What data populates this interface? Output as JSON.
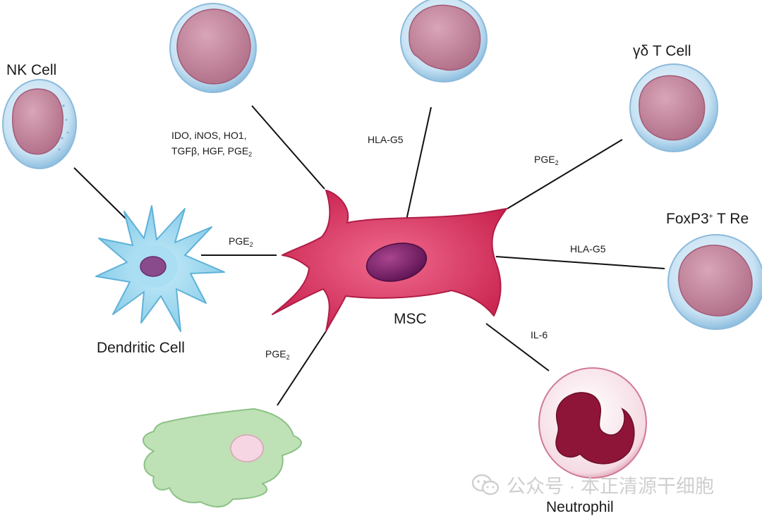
{
  "center": {
    "label": "MSC"
  },
  "cells": {
    "nk": "NK Cell",
    "dendritic": "Dendritic Cell",
    "gd_t": "γδ T Cell",
    "foxp3_prefix": "FoxP3",
    "foxp3_sup": "+",
    "foxp3_suffix": " T Re",
    "neutrophil": "Neutrophil"
  },
  "mechanisms": {
    "tcell_line1": "IDO, iNOS, HO1,",
    "tcell_line2_prefix": "TGFβ, HGF, PGE",
    "sub2": "2",
    "hla_g5_top": "HLA-G5",
    "pge_gd": "PGE",
    "pge_dc": "PGE",
    "hla_g5_right": "HLA-G5",
    "il6": "IL-6",
    "pge_bottom": "PGE"
  },
  "watermark": {
    "text": "公众号 · 本正清源干细胞"
  },
  "colors": {
    "msc": "#d9315e",
    "lymph_membrane": "#bcd9ee",
    "lymph_nucleus": "#c9889f",
    "dendritic": "#8fd2ec",
    "macrophage": "#b9ddb0",
    "neutrophil_nucleus": "#8e1438"
  }
}
